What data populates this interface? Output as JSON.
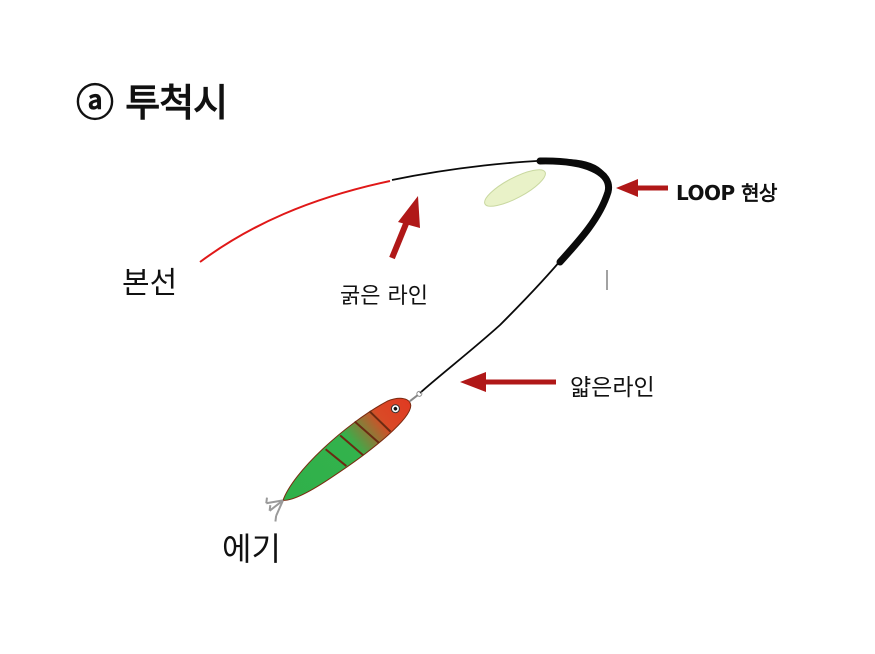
{
  "title": "ⓐ 투척시",
  "labels": {
    "main_line": "본선",
    "thick_line": "굵은 라인",
    "loop": "LOOP 현상",
    "thin_line": "얇은라인",
    "egi": "에기"
  },
  "colors": {
    "main_line": "#e01818",
    "leader_line": "#0a0a0a",
    "arrow": "#b01818",
    "float": "#e9f2c8",
    "egi_head": "#e03a22",
    "egi_body": "#2fb04a"
  }
}
